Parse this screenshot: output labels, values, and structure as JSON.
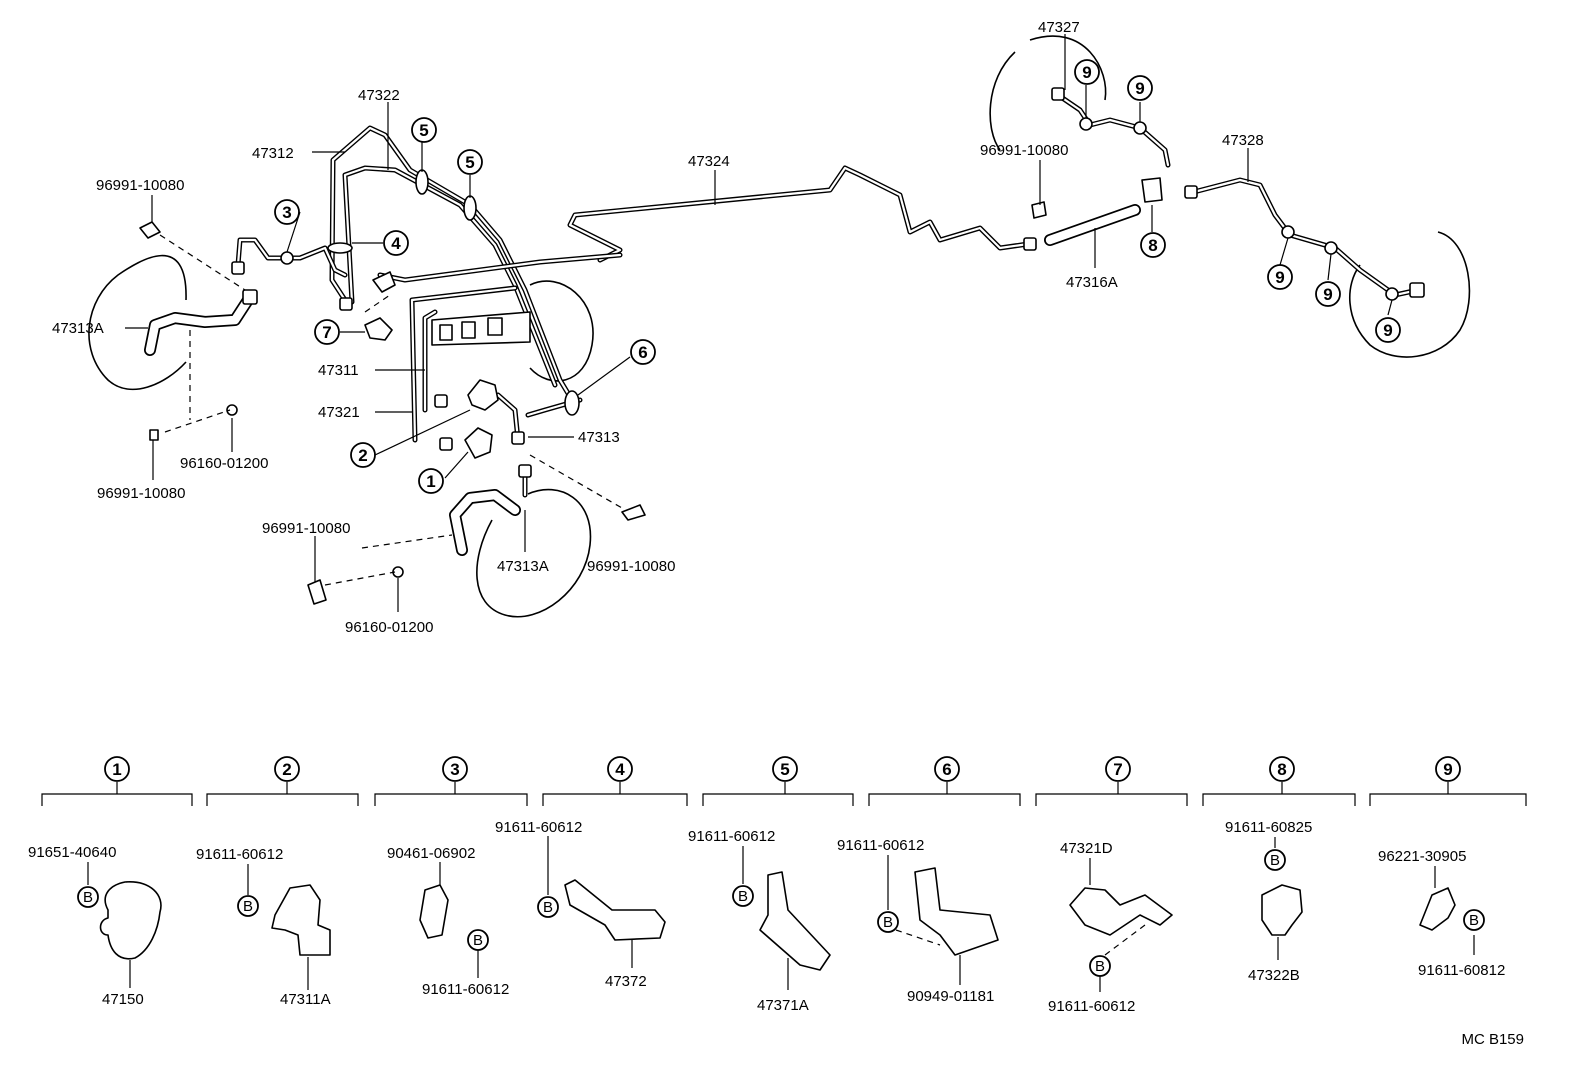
{
  "upper_labels": {
    "p47322": "47322",
    "p47312": "47312",
    "p47324": "47324",
    "p47327": "47327",
    "p47328": "47328",
    "p96991_a": "96991-10080",
    "p96991_b": "96991-10080",
    "p96991_c": "96991-10080",
    "p96991_d": "96991-10080",
    "p96991_e": "96991-10080",
    "p47313A_left": "47313A",
    "p47313A_mid": "47313A",
    "p47311": "47311",
    "p47321": "47321",
    "p47313": "47313",
    "p96160_a": "96160-01200",
    "p96160_b": "96160-01200",
    "p47316A": "47316A"
  },
  "callout_numbers": [
    "1",
    "2",
    "3",
    "4",
    "5",
    "6",
    "7",
    "8",
    "9"
  ],
  "detail_groups": [
    {
      "num": "1",
      "labels": [
        "91651-40640",
        "47150"
      ],
      "bolt": "B"
    },
    {
      "num": "2",
      "labels": [
        "91611-60612",
        "47311A"
      ],
      "bolt": "B"
    },
    {
      "num": "3",
      "labels": [
        "90461-06902",
        "91611-60612"
      ],
      "bolt": "B"
    },
    {
      "num": "4",
      "labels": [
        "91611-60612",
        "47372"
      ],
      "bolt": "B"
    },
    {
      "num": "5",
      "labels": [
        "91611-60612",
        "47371A"
      ],
      "bolt": "B"
    },
    {
      "num": "6",
      "labels": [
        "91611-60612",
        "90949-01181"
      ],
      "bolt": "B"
    },
    {
      "num": "7",
      "labels": [
        "47321D",
        "91611-60612"
      ],
      "bolt": "B"
    },
    {
      "num": "8",
      "labels": [
        "91611-60825",
        "47322B"
      ],
      "bolt": "B"
    },
    {
      "num": "9",
      "labels": [
        "96221-30905",
        "91611-60812"
      ],
      "bolt": "B"
    }
  ],
  "figure_code": "MC B159"
}
